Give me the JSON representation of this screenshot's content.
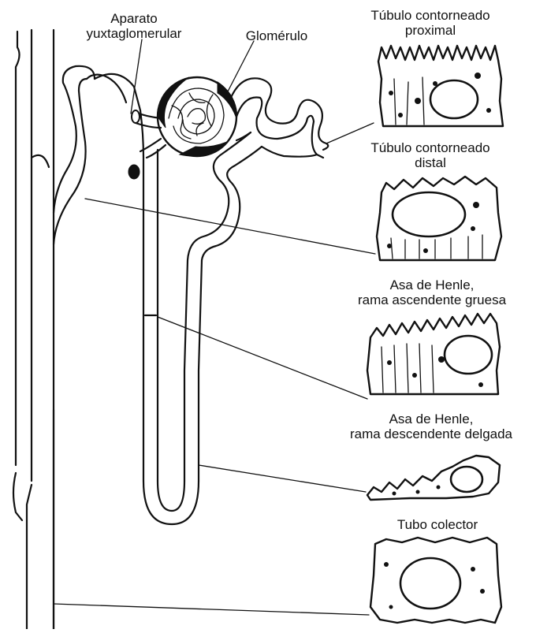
{
  "diagram": {
    "labels": {
      "jga_line1": "Aparato",
      "jga_line2": "yuxtaglomerular",
      "glomerulo": "Glomérulo",
      "tcp_line1": "Túbulo contorneado",
      "tcp_line2": "proximal",
      "tcd_line1": "Túbulo contorneado",
      "tcd_line2": "distal",
      "asc_line1": "Asa de Henle,",
      "asc_line2": "rama ascendente gruesa",
      "desc_line1": "Asa de Henle,",
      "desc_line2": "rama descendente delgada",
      "colector": "Tubo colector"
    },
    "colors": {
      "ink": "#111111",
      "background": "#ffffff"
    }
  }
}
